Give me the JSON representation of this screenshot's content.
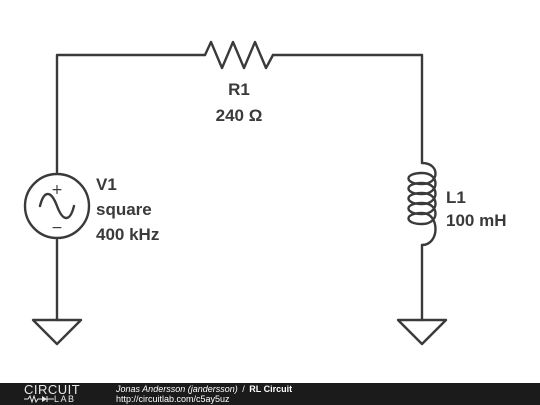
{
  "resistor": {
    "name": "R1",
    "value": "240 Ω"
  },
  "source": {
    "name": "V1",
    "type": "square",
    "frequency": "400 kHz",
    "plus": "+",
    "minus": "−"
  },
  "inductor": {
    "name": "L1",
    "value": "100 mH"
  },
  "footer": {
    "logo_top": "CIRCUIT",
    "logo_bottom": "LAB",
    "author": "Jonas Andersson (jandersson)",
    "separator": "/",
    "title": "RL Circuit",
    "url": "http://circuitlab.com/c5ay5uz"
  }
}
